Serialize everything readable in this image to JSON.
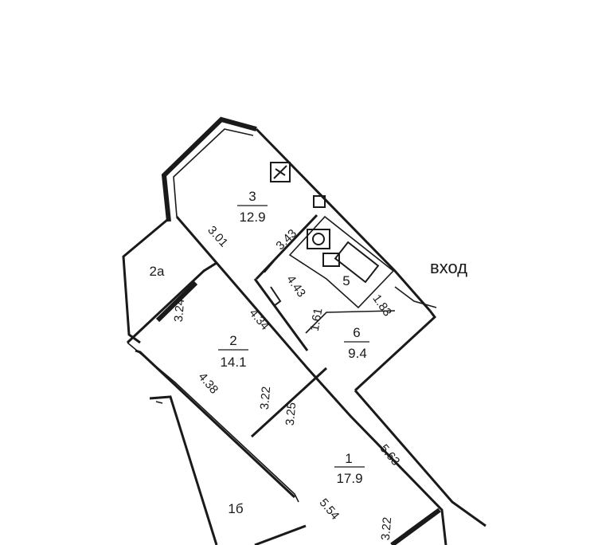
{
  "plan": {
    "entry_label": "вход",
    "rooms": [
      {
        "id": "3",
        "area": "12.9"
      },
      {
        "id": "2",
        "area": "14.1"
      },
      {
        "id": "6",
        "area": "9.4"
      },
      {
        "id": "1",
        "area": "17.9"
      },
      {
        "id": "5",
        "area": ""
      },
      {
        "id": "2а",
        "area": ""
      },
      {
        "id": "1б",
        "area": ""
      }
    ],
    "dimensions": [
      "3.43",
      "3.01",
      "4.43",
      "1.61",
      "1.83",
      "3.24",
      "4.34",
      "4.38",
      "3.22",
      "3.25",
      "5.63",
      "5.54",
      "3.22"
    ]
  }
}
